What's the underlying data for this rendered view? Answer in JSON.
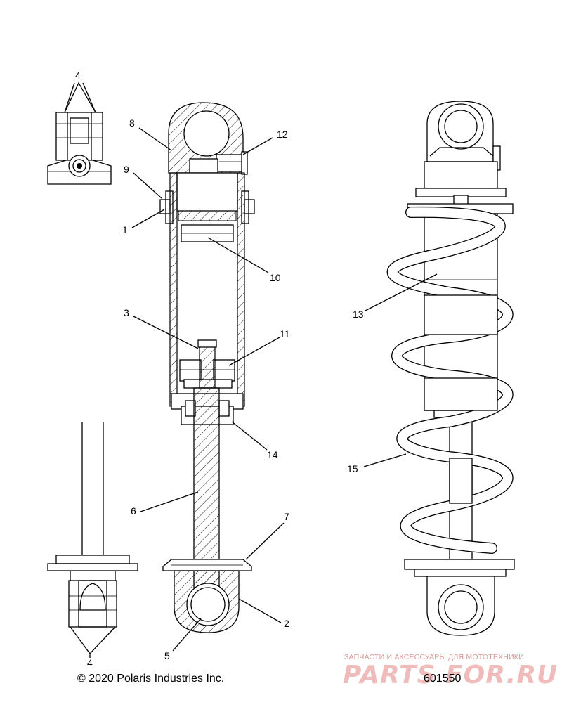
{
  "callouts": {
    "c1": "1",
    "c2": "2",
    "c3": "3",
    "c4a": "4",
    "c4b": "4",
    "c5": "5",
    "c6": "6",
    "c7": "7",
    "c8": "8",
    "c9": "9",
    "c10": "10",
    "c11": "11",
    "c12": "12",
    "c13": "13",
    "c14": "14",
    "c15": "15"
  },
  "footer": {
    "copyright": "© 2020 Polaris Industries Inc.",
    "part_number": "601550"
  },
  "watermark": {
    "tagline": "ЗАПЧАСТИ И АКСЕССУАРЫ ДЛЯ МОТОТЕХНИКИ",
    "logo": "PARTS FOR.RU",
    "color": "#d23c3c"
  }
}
